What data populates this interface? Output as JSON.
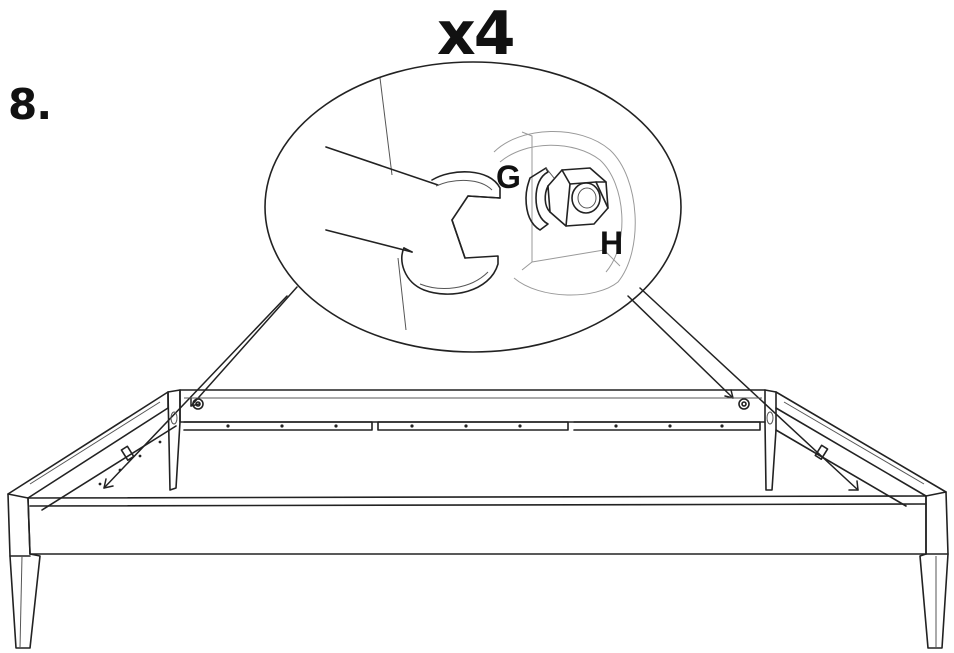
{
  "step": {
    "number": "8."
  },
  "callout": {
    "quantity": "x4",
    "labels": {
      "washer": "G",
      "nut": "H"
    }
  },
  "colors": {
    "ink": "#111111",
    "paper": "#ffffff",
    "faint_line": "#9a9a9a"
  }
}
